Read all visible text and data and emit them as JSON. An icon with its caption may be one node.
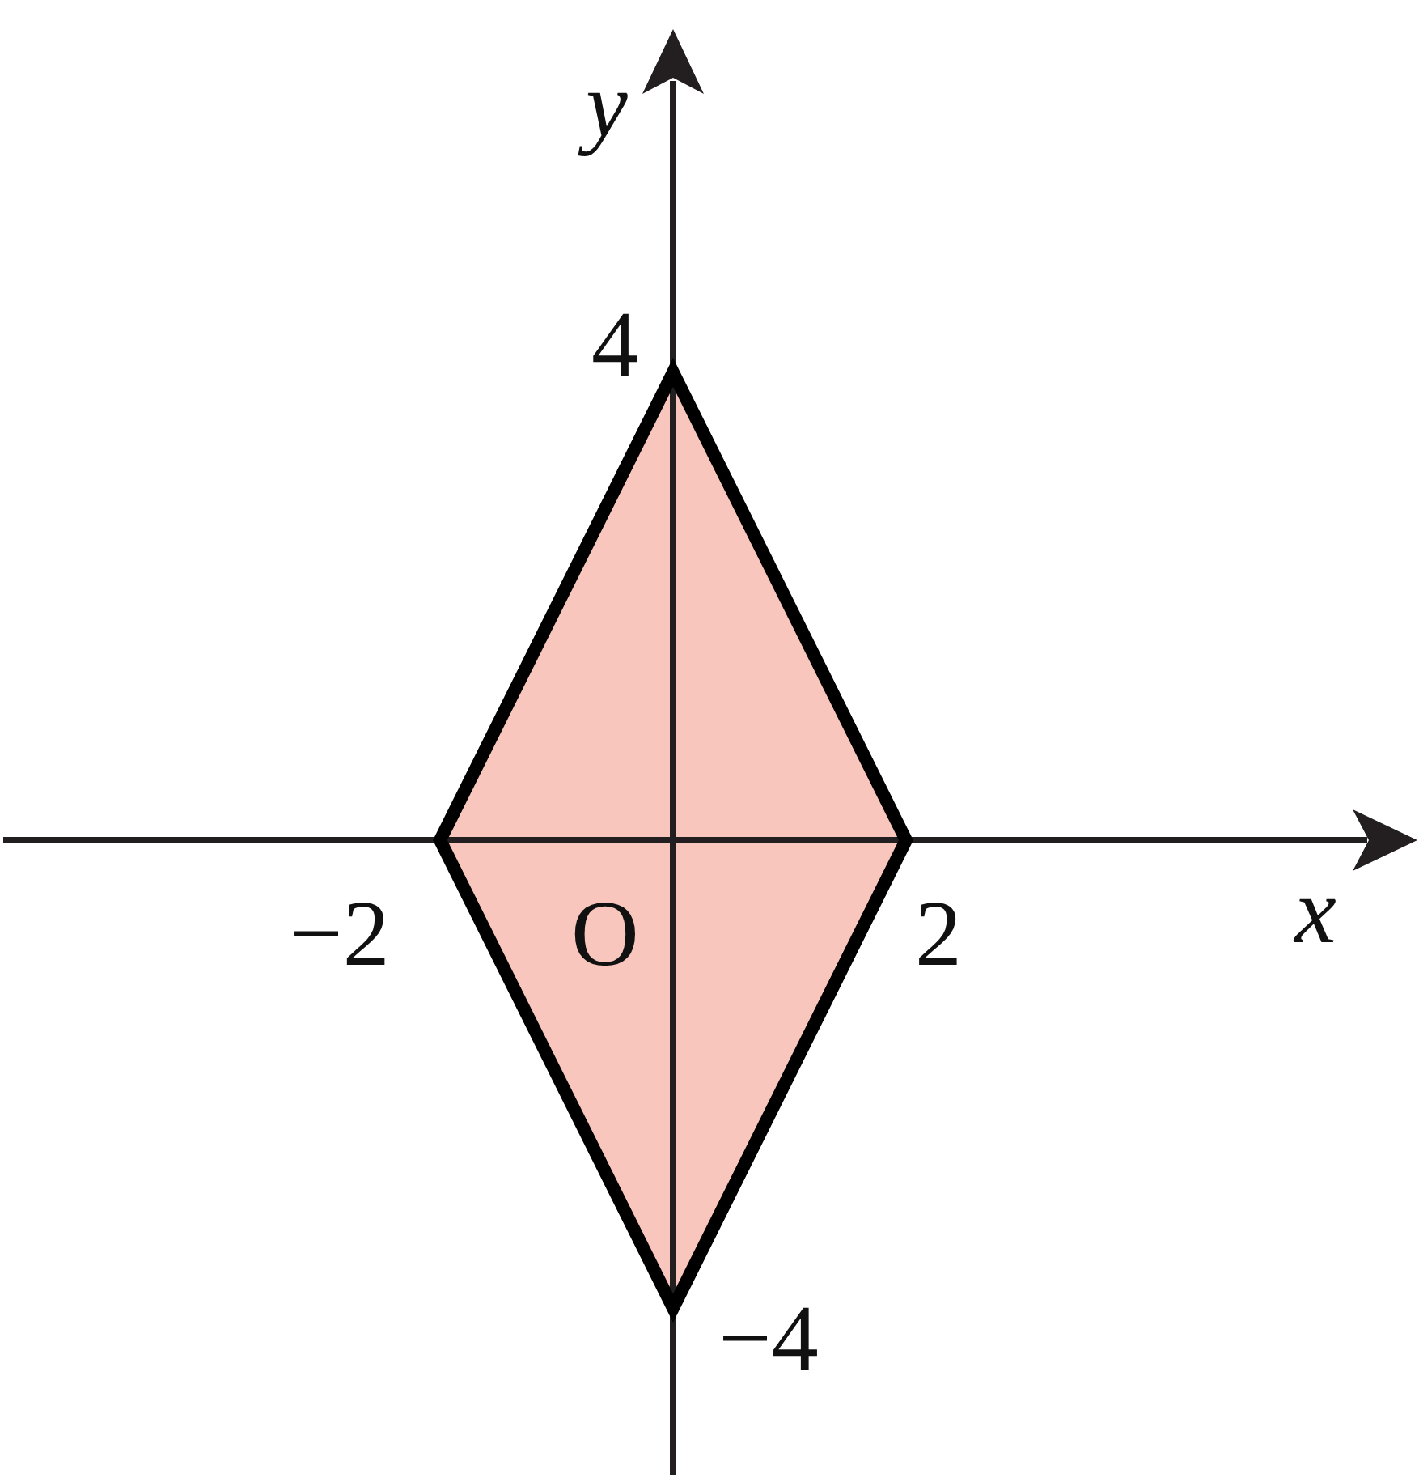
{
  "diagram": {
    "labels": [
      "y",
      "4",
      "−2",
      "O",
      "2",
      "x",
      "−4"
    ]
  }
}
